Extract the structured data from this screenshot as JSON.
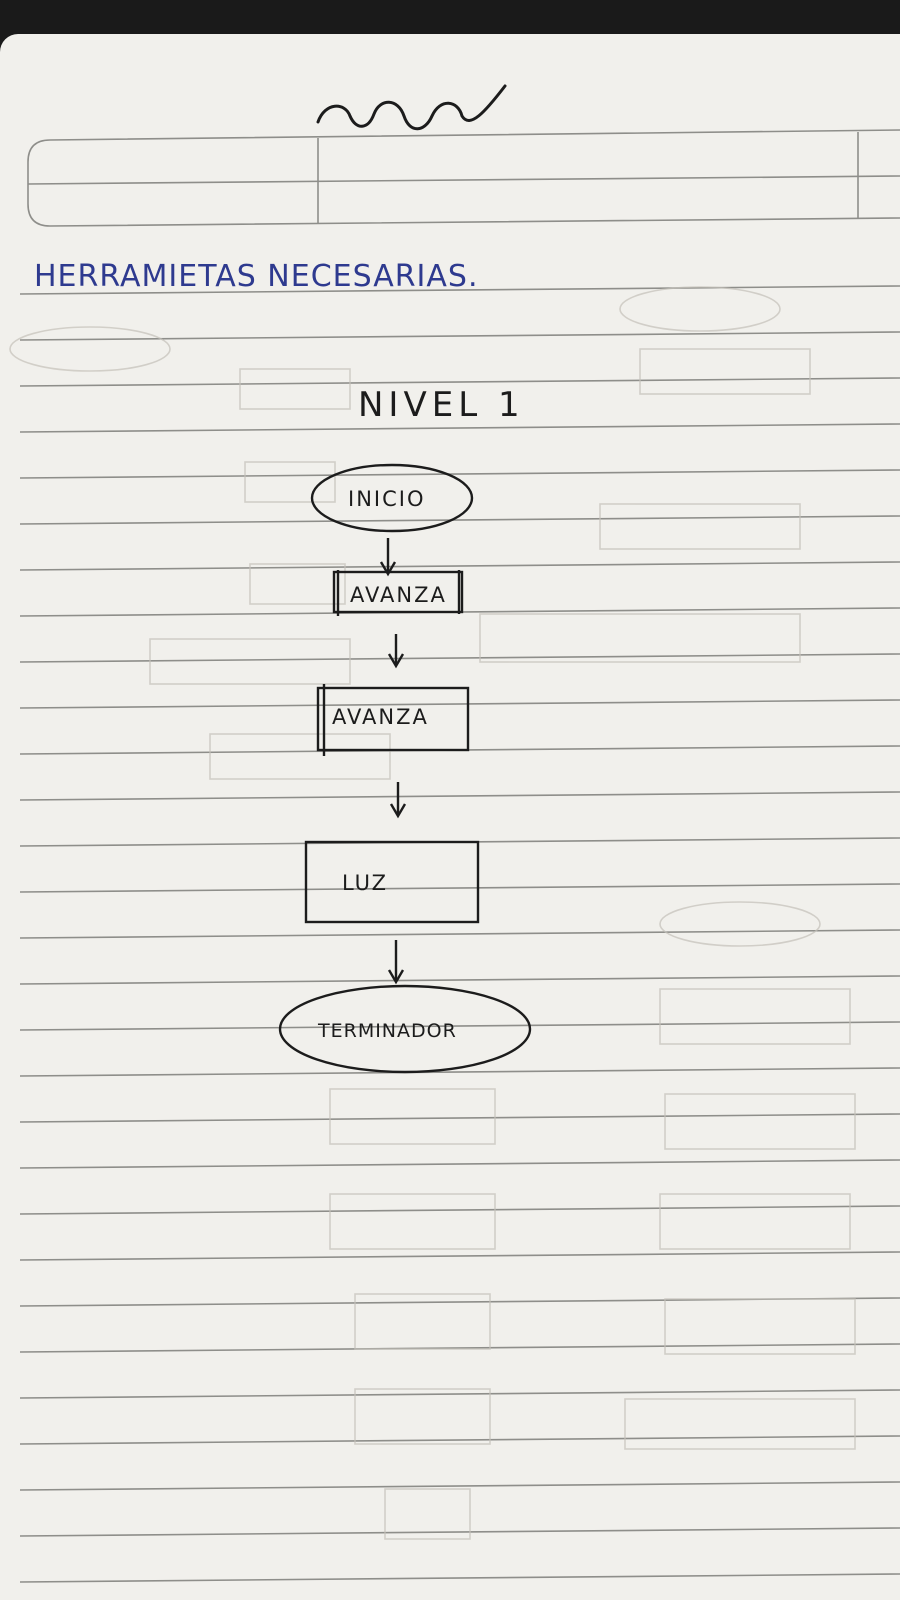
{
  "page": {
    "heading": "HERRAMIETAS NECESARIAS.",
    "level_title": "NIVEL 1"
  },
  "flowchart": {
    "nodes": [
      {
        "id": "inicio",
        "shape": "terminal",
        "label": "INICIO"
      },
      {
        "id": "avanza-1",
        "shape": "process",
        "label": "AVANZA"
      },
      {
        "id": "avanza-2",
        "shape": "process",
        "label": "AVANZA"
      },
      {
        "id": "luz",
        "shape": "process",
        "label": "LUZ"
      },
      {
        "id": "terminador",
        "shape": "terminal",
        "label": "TERMINADOR"
      }
    ],
    "edges": [
      {
        "from": "inicio",
        "to": "avanza-1"
      },
      {
        "from": "avanza-1",
        "to": "avanza-2"
      },
      {
        "from": "avanza-2",
        "to": "luz"
      },
      {
        "from": "luz",
        "to": "terminador"
      }
    ]
  },
  "colors": {
    "ink_black": "#1c1c1c",
    "ink_blue": "#2e3a8f",
    "paper": "#f1f0ec",
    "ruled_line": "#8e8e8a",
    "bleed_through": "#b9b6ae"
  }
}
